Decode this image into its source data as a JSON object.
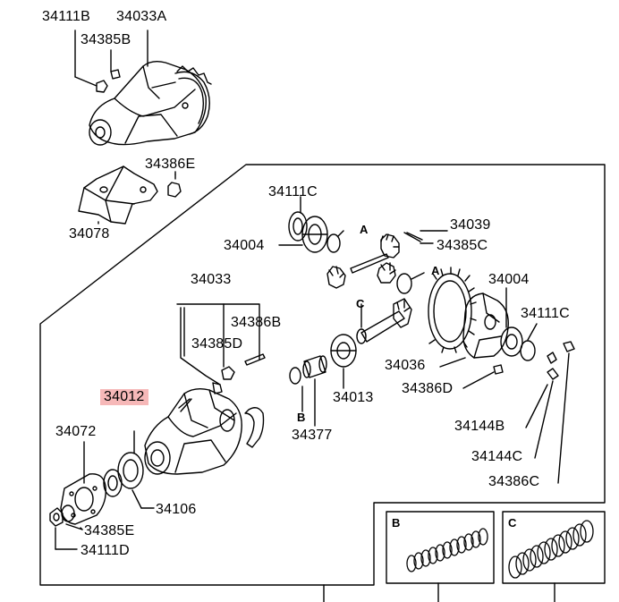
{
  "parts": {
    "p34111B": "34111B",
    "p34033A": "34033A",
    "p34385B": "34385B",
    "p34386E": "34386E",
    "p34078": "34078",
    "p34111C_top": "34111C",
    "p34004_left": "34004",
    "ref_A_top": "A",
    "p34039": "34039",
    "p34385C": "34385C",
    "ref_A_mid": "A",
    "p34004_right": "34004",
    "p34033": "34033",
    "p34386B": "34386B",
    "ref_C": "C",
    "p34111C_right": "34111C",
    "p34385D": "34385D",
    "p34036": "34036",
    "p34012": "34012",
    "p34013": "34013",
    "p34386D": "34386D",
    "ref_B": "B",
    "p34377": "34377",
    "p34072": "34072",
    "p34144B": "34144B",
    "p34144C": "34144C",
    "p34106": "34106",
    "p34386C": "34386C",
    "p34385E": "34385E",
    "p34111D": "34111D"
  },
  "insets": {
    "b_title": "B",
    "c_title": "C"
  }
}
